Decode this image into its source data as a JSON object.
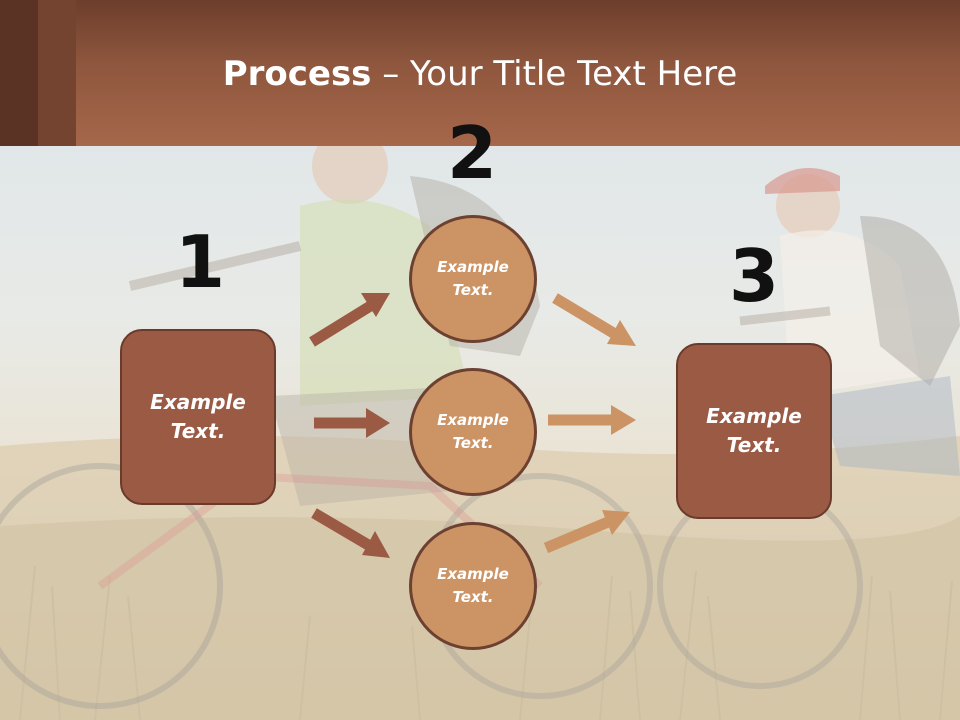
{
  "slide": {
    "title_strong": "Process",
    "title_rest": " – Your Title Text Here"
  },
  "diagram": {
    "steps": [
      {
        "number": "1",
        "text": "Example\nText."
      },
      {
        "number": "2",
        "text": ""
      },
      {
        "number": "3",
        "text": "Example\nText."
      }
    ],
    "circles": [
      {
        "text": "Example\nText."
      },
      {
        "text": "Example\nText."
      },
      {
        "text": "Example\nText."
      }
    ]
  },
  "colors": {
    "header": "#8f573e",
    "box_fill": "#9b5a44",
    "circle_fill": "#cc9465",
    "arrow_dark": "#9b5a44",
    "arrow_light": "#cc9465"
  }
}
